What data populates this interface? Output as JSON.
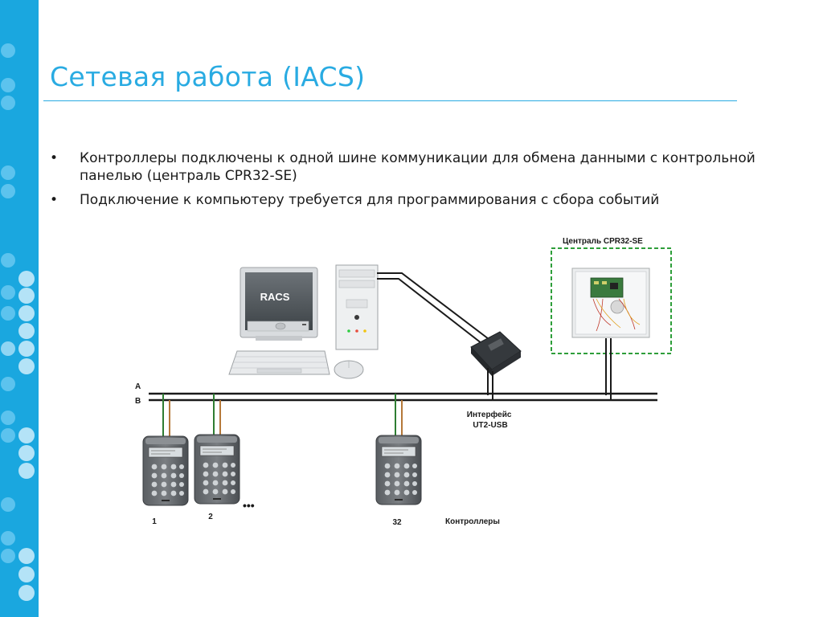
{
  "slide": {
    "title": "Сетевая работа (IACS)",
    "bullets": [
      "Контроллеры подключены к одной шине коммуникации для обмена данными с контрольной панелью (централь CPR32-SE)",
      "Подключение к компьютеру требуется для программирования с сбора событий"
    ]
  },
  "diagram": {
    "panel_label": "Централь CPR32-SE",
    "monitor_text": "RACS",
    "bus_label_a": "A",
    "bus_label_b": "B",
    "interface_label_line1": "Интерфейс",
    "interface_label_line2": "UT2-USB",
    "controller_numbers": [
      "1",
      "2",
      "32"
    ],
    "ellipsis": "•••",
    "controllers_label": "Контроллеры"
  },
  "colors": {
    "accent": "#1aa7df",
    "title": "#29abe2",
    "panel_border": "#2e9e3a"
  },
  "icons": [
    "monitor-icon",
    "pc-tower-icon",
    "keyboard-icon",
    "mouse-icon",
    "usb-interface-icon",
    "control-panel-icon",
    "keypad-reader-icon"
  ]
}
